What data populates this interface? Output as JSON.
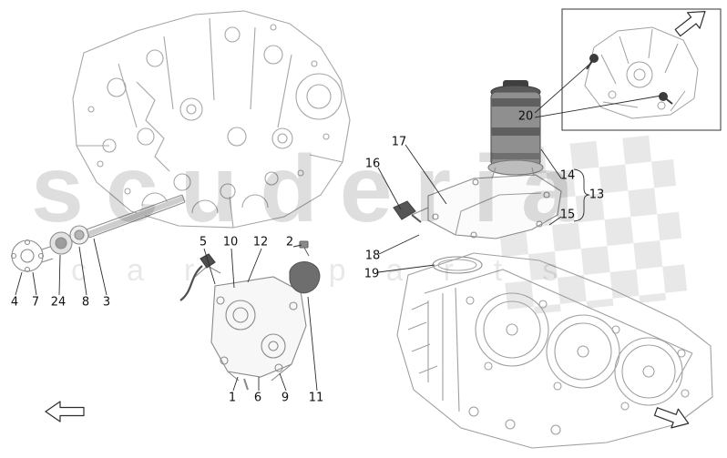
{
  "watermark": {
    "line1": "scuderia",
    "line2": "car parts"
  },
  "callouts": {
    "n1": "1",
    "n2": "2",
    "n3": "3",
    "n4": "4",
    "n5": "5",
    "n6": "6",
    "n7": "7",
    "n8": "8",
    "n9": "9",
    "n10": "10",
    "n11": "11",
    "n12": "12",
    "n13": "13",
    "n14": "14",
    "n15": "15",
    "n16": "16",
    "n17": "17",
    "n18": "18",
    "n19": "19",
    "n20": "20",
    "n24": "24"
  },
  "icons": {
    "top_right": "arrow-up-right",
    "bottom_right": "arrow-down-right",
    "bottom_left": "arrow-left"
  },
  "colors": {
    "background": "#ffffff",
    "line_art": "#a0a0a0",
    "dark_parts": "#4a4a4a",
    "callout_text": "#111111",
    "watermark": "#d8d8d8"
  }
}
